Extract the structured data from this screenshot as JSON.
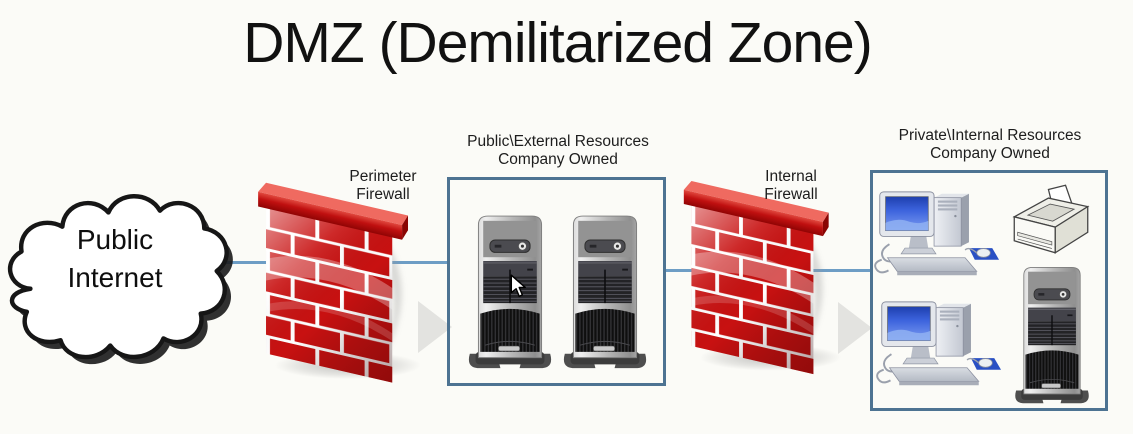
{
  "title": "DMZ (Demilitarized Zone)",
  "colors": {
    "background": "#fbfbf7",
    "network_line": "#6d9dc5",
    "zone_box_border": "#4d7392",
    "firewall_brick_red": "#c81111",
    "monitor_screen_blue": "#3c63dd"
  },
  "cloud": {
    "icon": "cloud-icon",
    "label_line1": "Public",
    "label_line2": "Internet"
  },
  "firewalls": [
    {
      "icon": "firewall-icon",
      "label_line1": "Perimeter",
      "label_line2": "Firewall"
    },
    {
      "icon": "firewall-icon",
      "label_line1": "Internal",
      "label_line2": "Firewall"
    }
  ],
  "zones": [
    {
      "label_line1": "Public\\External Resources",
      "label_line2": "Company Owned",
      "contents": [
        "server-icon",
        "server-icon"
      ]
    },
    {
      "label_line1": "Private\\Internal Resources",
      "label_line2": "Company Owned",
      "contents": [
        "desktop-computer-icon",
        "printer-icon",
        "desktop-computer-icon",
        "server-icon"
      ]
    }
  ],
  "overlays": {
    "cursor": "mouse-pointer-icon",
    "chevrons": [
      "chevron-right-icon",
      "chevron-right-icon"
    ]
  }
}
